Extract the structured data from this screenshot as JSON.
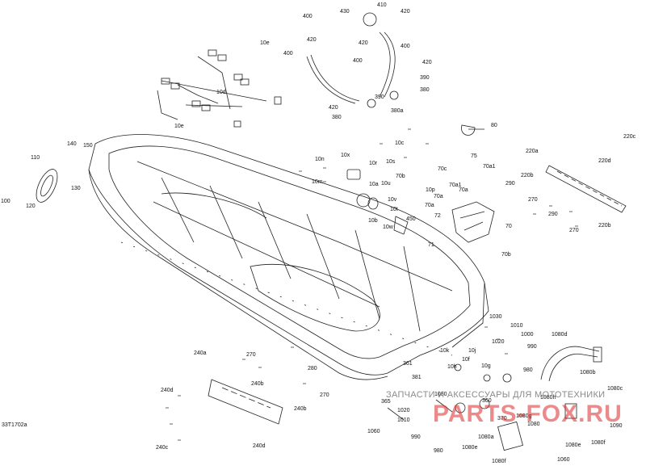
{
  "diagram": {
    "reference_code": "33T1702a",
    "callouts": [
      {
        "id": "c400a",
        "text": "400"
      },
      {
        "id": "c430",
        "text": "430"
      },
      {
        "id": "c410",
        "text": "410"
      },
      {
        "id": "c420a",
        "text": "420"
      },
      {
        "id": "c420b",
        "text": "420"
      },
      {
        "id": "c420c",
        "text": "420"
      },
      {
        "id": "c400b",
        "text": "400"
      },
      {
        "id": "c400c",
        "text": "400"
      },
      {
        "id": "c400d",
        "text": "400"
      },
      {
        "id": "c420d",
        "text": "420"
      },
      {
        "id": "c390a",
        "text": "390"
      },
      {
        "id": "c380a",
        "text": "380"
      },
      {
        "id": "c390b",
        "text": "390"
      },
      {
        "id": "c420e",
        "text": "420"
      },
      {
        "id": "c380b",
        "text": "380"
      },
      {
        "id": "c380c",
        "text": "380a"
      },
      {
        "id": "c10e1",
        "text": "10e"
      },
      {
        "id": "c10d",
        "text": "10d"
      },
      {
        "id": "c10e2",
        "text": "10e"
      },
      {
        "id": "c80",
        "text": "80"
      },
      {
        "id": "c10c",
        "text": "10c"
      },
      {
        "id": "c110",
        "text": "110"
      },
      {
        "id": "c140",
        "text": "140"
      },
      {
        "id": "c150",
        "text": "150"
      },
      {
        "id": "c130",
        "text": "130"
      },
      {
        "id": "c100",
        "text": "100"
      },
      {
        "id": "c120",
        "text": "120"
      },
      {
        "id": "c10x",
        "text": "10x"
      },
      {
        "id": "c10n",
        "text": "10n"
      },
      {
        "id": "c10m",
        "text": "10m"
      },
      {
        "id": "c10r",
        "text": "10r"
      },
      {
        "id": "c10s",
        "text": "10s"
      },
      {
        "id": "c10a",
        "text": "10a"
      },
      {
        "id": "c10u",
        "text": "10u"
      },
      {
        "id": "c10v",
        "text": "10v"
      },
      {
        "id": "c10t",
        "text": "10t"
      },
      {
        "id": "c10b",
        "text": "10b"
      },
      {
        "id": "c10w",
        "text": "10w"
      },
      {
        "id": "c450",
        "text": "450"
      },
      {
        "id": "c70b1",
        "text": "70b"
      },
      {
        "id": "c10p",
        "text": "10p"
      },
      {
        "id": "c70c",
        "text": "70c"
      },
      {
        "id": "c75",
        "text": "75"
      },
      {
        "id": "c70a1",
        "text": "70a1"
      },
      {
        "id": "c70a2",
        "text": "70a"
      },
      {
        "id": "c70a3",
        "text": "70a"
      },
      {
        "id": "c70a4",
        "text": "70a1"
      },
      {
        "id": "c70a5",
        "text": "70a"
      },
      {
        "id": "c72",
        "text": "72"
      },
      {
        "id": "c70",
        "text": "70"
      },
      {
        "id": "c71",
        "text": "71"
      },
      {
        "id": "c70b2",
        "text": "70b"
      },
      {
        "id": "c290a",
        "text": "290"
      },
      {
        "id": "c220a",
        "text": "220a"
      },
      {
        "id": "c220c",
        "text": "220c"
      },
      {
        "id": "c220d",
        "text": "220d"
      },
      {
        "id": "c220b1",
        "text": "220b"
      },
      {
        "id": "c270a",
        "text": "270"
      },
      {
        "id": "c290b",
        "text": "290"
      },
      {
        "id": "c270b",
        "text": "270"
      },
      {
        "id": "c220b2",
        "text": "220b"
      },
      {
        "id": "c1030",
        "text": "1030"
      },
      {
        "id": "c1010a",
        "text": "1010"
      },
      {
        "id": "c1000",
        "text": "1000"
      },
      {
        "id": "c1020a",
        "text": "1020"
      },
      {
        "id": "c990a",
        "text": "990"
      },
      {
        "id": "c10k",
        "text": "10k"
      },
      {
        "id": "c10j",
        "text": "10j"
      },
      {
        "id": "c10f",
        "text": "10f"
      },
      {
        "id": "c10h",
        "text": "10h"
      },
      {
        "id": "c10g",
        "text": "10g"
      },
      {
        "id": "c980a",
        "text": "980"
      },
      {
        "id": "c1080d",
        "text": "1080d"
      },
      {
        "id": "c1080b",
        "text": "1080b"
      },
      {
        "id": "c1080c",
        "text": "1080c"
      },
      {
        "id": "c240a",
        "text": "240a"
      },
      {
        "id": "c270c",
        "text": "270"
      },
      {
        "id": "c280",
        "text": "280"
      },
      {
        "id": "c270d",
        "text": "270"
      },
      {
        "id": "c240b1",
        "text": "240b"
      },
      {
        "id": "c240b2",
        "text": "240b"
      },
      {
        "id": "c240d1",
        "text": "240d"
      },
      {
        "id": "c240c",
        "text": "240c"
      },
      {
        "id": "c240d2",
        "text": "240d"
      },
      {
        "id": "c361",
        "text": "361"
      },
      {
        "id": "c381",
        "text": "381"
      },
      {
        "id": "c365",
        "text": "365"
      },
      {
        "id": "c1080",
        "text": "1080"
      },
      {
        "id": "c360",
        "text": "360"
      },
      {
        "id": "c1080h",
        "text": "1080h"
      },
      {
        "id": "c1020b",
        "text": "1020"
      },
      {
        "id": "c370",
        "text": "370"
      },
      {
        "id": "c1080g",
        "text": "1080g"
      },
      {
        "id": "c1010b",
        "text": "1010"
      },
      {
        "id": "c1060",
        "text": "1060"
      },
      {
        "id": "c990b",
        "text": "990"
      },
      {
        "id": "c980b",
        "text": "980"
      },
      {
        "id": "c1080a",
        "text": "1080a"
      },
      {
        "id": "c1080e1",
        "text": "1080e"
      },
      {
        "id": "c1090",
        "text": "1090"
      },
      {
        "id": "c1080f1",
        "text": "1080f"
      },
      {
        "id": "c1080e2",
        "text": "1080e"
      },
      {
        "id": "c1080f2",
        "text": "1080f"
      },
      {
        "id": "c1080i",
        "text": "1080"
      },
      {
        "id": "c1060b",
        "text": "1060"
      }
    ]
  },
  "watermark": {
    "caption": "ЗАПЧАСТИ И АКСЕССУАРЫ ДЛЯ МОТОТЕХНИКИ",
    "brand": "PARTS-FOX.RU"
  },
  "colors": {
    "line": "#222222",
    "fill": "#ffffff",
    "watermark_text": "#8a8a8a",
    "watermark_brand": "#d92b2b"
  }
}
